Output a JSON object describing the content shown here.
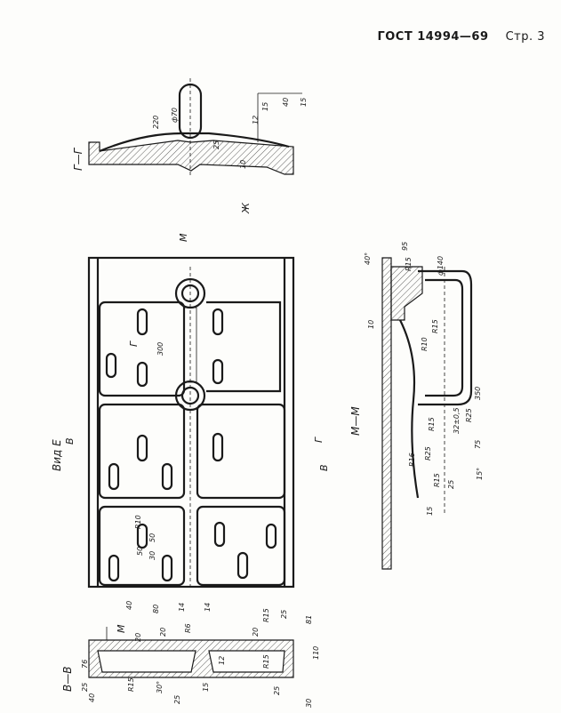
{
  "header": {
    "standard": "ГОСТ 14994—69",
    "page": "Стр. 3"
  },
  "sections": {
    "g_g": "Г—Г",
    "m_m": "М—М",
    "v_v": "В—В",
    "view_e": "Вид Е"
  },
  "markers": {
    "m_top": "М",
    "m_bottom": "М",
    "v_left": "В",
    "v_right": "В",
    "g_left": "Г",
    "g_right": "Г",
    "e_letter": "Е",
    "z_letter": "Ж"
  },
  "dims_gg": [
    "220",
    "ф70",
    "25",
    "10",
    "12",
    "15",
    "40",
    "15"
  ],
  "dims_mm": [
    "95",
    "40°",
    "R15",
    "ф140",
    "10",
    "R15",
    "R10",
    "350",
    "32±0,5",
    "R25",
    "R15",
    "R16",
    "R25",
    "R15",
    "25",
    "15°",
    "75",
    "15"
  ],
  "dims_plan": [
    "300",
    "R10",
    "50",
    "30",
    "50",
    "40",
    "80",
    "14",
    "14"
  ],
  "dims_vv": [
    "76",
    "25",
    "40",
    "20",
    "R15",
    "30°",
    "25",
    "15",
    "R6",
    "20",
    "12",
    "20",
    "R15",
    "25",
    "30",
    "25",
    "81",
    "R15",
    "110"
  ]
}
